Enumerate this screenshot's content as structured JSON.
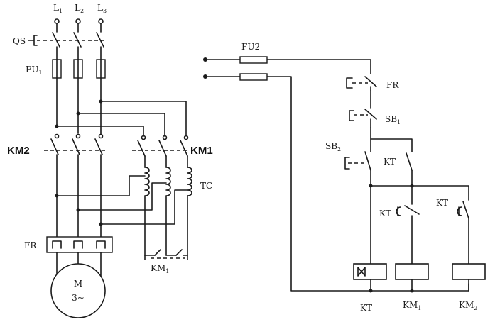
{
  "diagram": {
    "power_circuit": {
      "phase_labels": [
        {
          "main": "L",
          "sub": "1"
        },
        {
          "main": "L",
          "sub": "2"
        },
        {
          "main": "L",
          "sub": "3"
        }
      ],
      "isolator_label": "QS",
      "fuse_label": {
        "main": "FU",
        "sub": "1"
      },
      "contactor_left_label": "KM2",
      "contactor_right_label": "KM1",
      "transformer_label": "TC",
      "overload_label": "FR",
      "star_contact_label": {
        "main": "KM",
        "sub": "1"
      },
      "motor_label_line1": "M",
      "motor_label_line2": "3~"
    },
    "control_circuit": {
      "fuse_label": "FU2",
      "thermal_relay_label": "FR",
      "stop_button_label": {
        "main": "SB",
        "sub": "1"
      },
      "start_button_label": {
        "main": "SB",
        "sub": "2"
      },
      "kt_contact_label": "KT",
      "kt_nc_contact_label": "KT",
      "kt_no_contact_label": "KT",
      "coil_labels": [
        {
          "main": "KT",
          "sub": ""
        },
        {
          "main": "KM",
          "sub": "1"
        },
        {
          "main": "KM",
          "sub": "2"
        }
      ]
    }
  }
}
